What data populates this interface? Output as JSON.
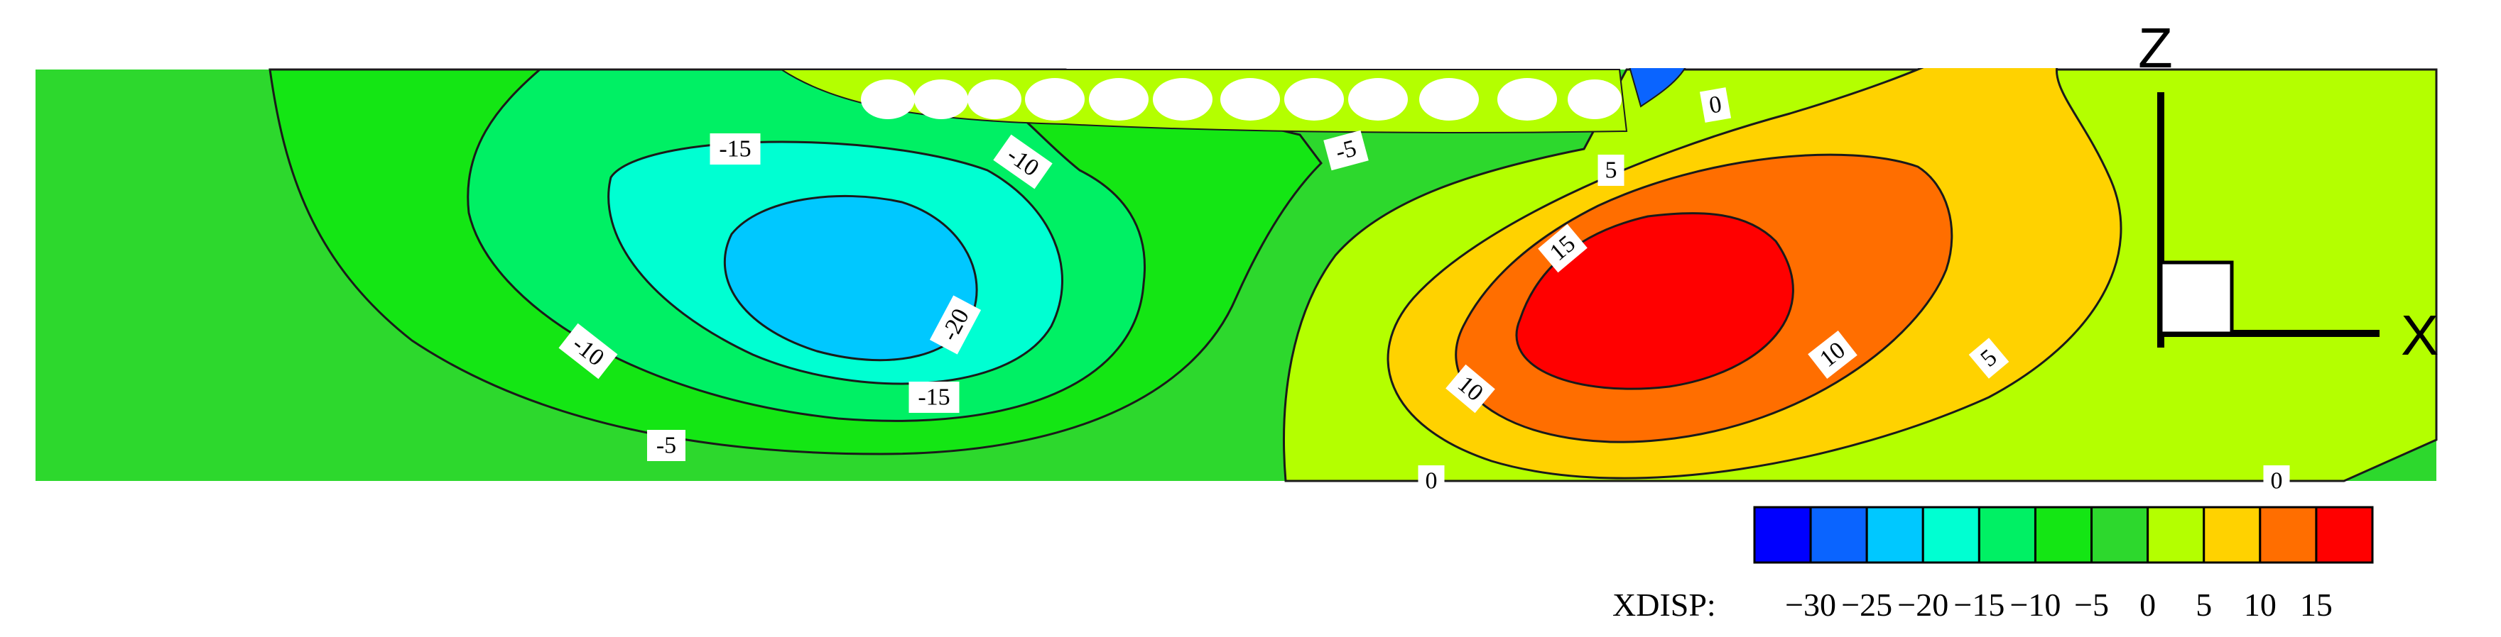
{
  "chart_data": {
    "type": "heatmap",
    "variable": "XDISP",
    "colorbar": {
      "label": "XDISP:",
      "ticks": [
        -30,
        -25,
        -20,
        -15,
        -10,
        -5,
        0,
        5,
        10,
        15
      ],
      "colors": [
        "#0000ff",
        "#0a64ff",
        "#00c8ff",
        "#00ffd2",
        "#00f064",
        "#14e614",
        "#2dd82d",
        "#b4ff00",
        "#ffd200",
        "#ff6e00",
        "#ff0000"
      ]
    },
    "fill_colors": {
      "lt_m25": "#0a64ff",
      "m20_m15": "#00ffd2",
      "m25_m20": "#00c8ff",
      "m15_m10": "#00f064",
      "m10_m5": "#14e614",
      "m5_0": "#2dd82d",
      "p0_p5": "#b4ff00",
      "p5_p10": "#ffd200",
      "p10_p15": "#ff6e00",
      "gt_p15": "#ff0000"
    },
    "contour_labels": [
      "-15",
      "-10",
      "-5",
      "0",
      "5",
      "-10",
      "-20",
      "15",
      "10",
      "5",
      "10",
      "-15",
      "-5",
      "0",
      "0"
    ],
    "axes": {
      "vertical": "Z",
      "horizontal": "X"
    }
  }
}
